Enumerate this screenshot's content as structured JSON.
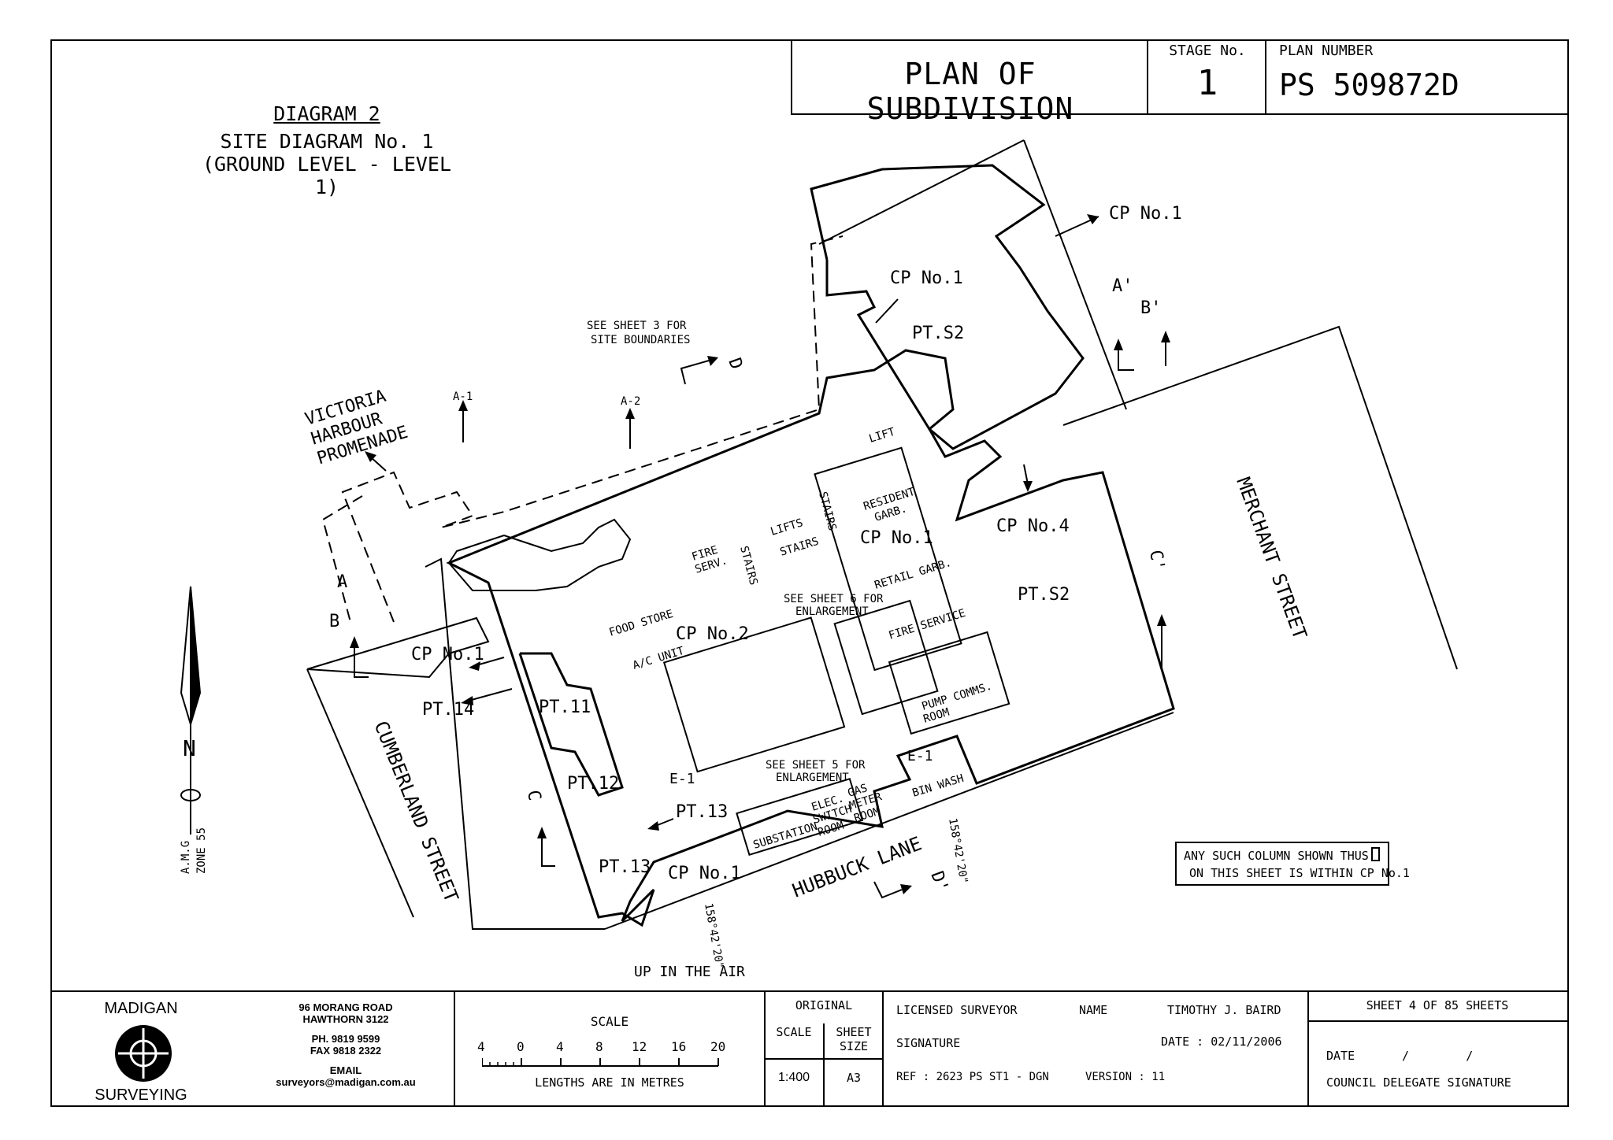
{
  "header": {
    "title": "PLAN OF SUBDIVISION",
    "stage_label": "STAGE No.",
    "stage_value": "1",
    "plan_number_label": "PLAN NUMBER",
    "plan_number": "PS 509872D"
  },
  "diagram": {
    "title": "DIAGRAM 2",
    "subtitle1": "SITE DIAGRAM No. 1",
    "subtitle2": "(GROUND LEVEL - LEVEL 1)",
    "labels": {
      "cp1_top": "CP No.1",
      "cp1_inner": "CP No.1",
      "pts2_top": "PT.S2",
      "see_sheet3_a": "SEE SHEET 3 FOR",
      "see_sheet3_b": "SITE BOUNDARIES",
      "promenade_a": "VICTORIA",
      "promenade_b": "HARBOUR",
      "promenade_c": "PROMENADE",
      "a1": "A-1",
      "a2": "A-2",
      "d": "D",
      "a": "A",
      "b": "B",
      "a_prime": "A'",
      "b_prime": "B'",
      "c_prime": "C'",
      "c": "C",
      "d_prime": "D'",
      "cp1_left": "CP No.1",
      "pt14": "PT.14",
      "pt11": "PT.11",
      "pt12": "PT.12",
      "pt13a": "PT.13",
      "pt13b": "PT.13",
      "cp1_bottom": "CP No.1",
      "cp2": "CP No.2",
      "cp4": "CP No.4",
      "pts2_right": "PT.S2",
      "cp1_mid": "CP No.1",
      "e1_left": "E-1",
      "e1_right": "E-1",
      "lift": "LIFT",
      "lifts": "LIFTS",
      "stairs1": "STAIRS",
      "stairs2": "STAIRS",
      "stairs3": "STAIRS",
      "fire_serv_a": "FIRE",
      "fire_serv_b": "SERV.",
      "resident_garb_a": "RESIDENT",
      "resident_garb_b": "GARB.",
      "retail_garb": "RETAIL GARB.",
      "fire_service": "FIRE SERVICE",
      "food_store": "FOOD STORE",
      "ac_unit": "A/C UNIT",
      "see_sheet6_a": "SEE SHEET 6 FOR",
      "see_sheet6_b": "ENLARGEMENT",
      "see_sheet5_a": "SEE SHEET 5 FOR",
      "see_sheet5_b": "ENLARGEMENT",
      "pump_a": "PUMP",
      "pump_b": "ROOM",
      "comms": "COMMS.",
      "bin_wash": "BIN WASH",
      "substation": "SUBSTATION",
      "elec_a": "ELEC.",
      "elec_b": "SWITCH",
      "elec_c": "ROOM",
      "gas_a": "GAS",
      "gas_b": "METER",
      "gas_c": "ROOM",
      "merchant": "MERCHANT STREET",
      "cumberland": "CUMBERLAND STREET",
      "hubbuck": "HUBBUCK LANE",
      "bearing1": "158°42'20\"",
      "bearing2": "158°42'20\"",
      "up_in_air": "UP IN THE AIR",
      "north": "N",
      "amg_a": "A.M.G",
      "amg_b": "ZONE 55"
    },
    "note_line1": "ANY SUCH COLUMN SHOWN THUS",
    "note_line2": "ON THIS SHEET IS WITHIN CP No.1"
  },
  "footer": {
    "company_top": "MADIGAN",
    "company_bottom": "SURVEYING",
    "address1": "96 MORANG ROAD",
    "address2": "HAWTHORN 3122",
    "phone": "PH. 9819 9599",
    "fax": "FAX 9818 2322",
    "email_label": "EMAIL",
    "email": "surveyors@madigan.com.au",
    "scale_label": "SCALE",
    "scale_ticks": [
      "4",
      "0",
      "4",
      "8",
      "12",
      "16",
      "20"
    ],
    "scale_units": "LENGTHS ARE IN METRES",
    "original_label": "ORIGINAL",
    "scale_col_label": "SCALE",
    "scale_value": "1:400",
    "sheet_size_label_a": "SHEET",
    "sheet_size_label_b": "SIZE",
    "sheet_size_value": "A3",
    "licensed_surveyor_label": "LICENSED SURVEYOR",
    "name_label": "NAME",
    "name_value": "TIMOTHY J. BAIRD",
    "signature_label": "SIGNATURE",
    "date_label": "DATE : 02/11/2006",
    "ref_label": "REF : 2623 PS ST1 - DGN",
    "version_label": "VERSION : 11",
    "sheet_label": "SHEET 4 OF 85 SHEETS",
    "date2_label": "DATE",
    "date2_slashes": "/        /",
    "council_label": "COUNCIL DELEGATE SIGNATURE"
  }
}
